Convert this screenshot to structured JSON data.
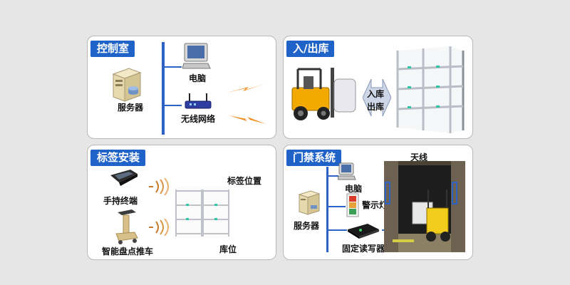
{
  "panels": {
    "control_room": {
      "title": "控制室",
      "server_label": "服务器",
      "computer_label": "电脑",
      "wireless_label": "无线网络"
    },
    "in_out": {
      "title": "入/出库",
      "arrow_label_in": "入库",
      "arrow_label_out": "出库"
    },
    "tag_install": {
      "title": "标签安装",
      "handheld_label": "手持终端",
      "cart_label": "智能盘点推车",
      "tag_position_label": "标签位置",
      "storage_label": "库位"
    },
    "access_control": {
      "title": "门禁系统",
      "antenna_label": "天线",
      "computer_label": "电脑",
      "warning_light_label": "警示灯",
      "server_label": "服务器",
      "reader_label": "固定读写器"
    }
  },
  "colors": {
    "title_bg": "#1f63c8",
    "line": "#2c62c4",
    "signal": "#f08a1c",
    "forklift": "#f2a900"
  }
}
